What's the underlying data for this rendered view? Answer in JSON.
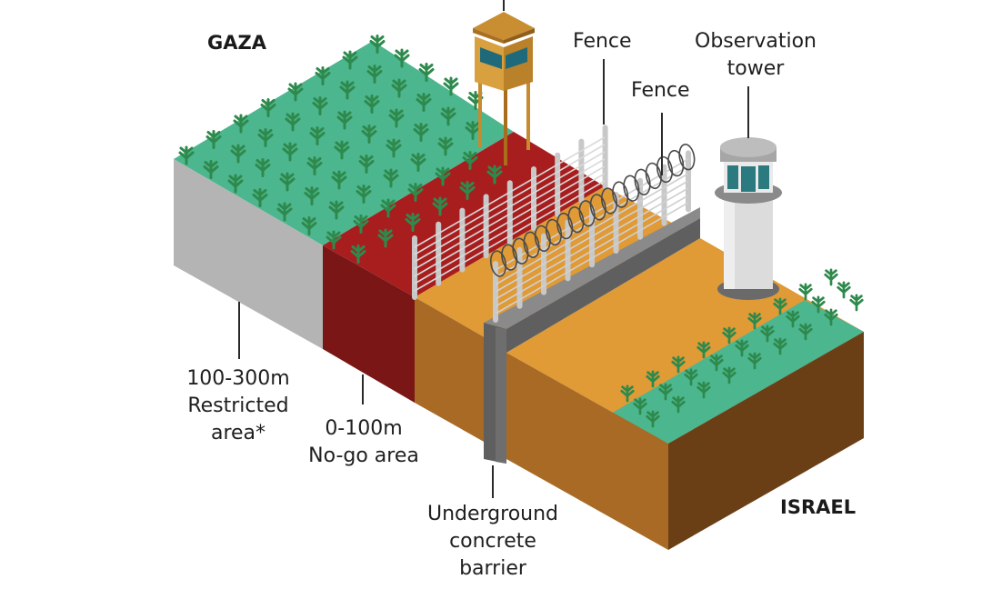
{
  "title": "Gaza-Israel border barrier cross-section",
  "regions": {
    "gaza": "GAZA",
    "israel": "ISRAEL"
  },
  "labels": {
    "restricted": [
      "100-300m",
      "Restricted",
      "area*"
    ],
    "nogo": [
      "0-100m",
      "No-go area"
    ],
    "fence1": "Fence",
    "fence2": "Fence",
    "tower": [
      "Observation",
      "tower"
    ],
    "barrier": [
      "Underground",
      "concrete",
      "barrier"
    ]
  },
  "colors": {
    "grass": "#4cb68f",
    "plant": "#2e8a4c",
    "restricted_side": "#b4b4b4",
    "nogo_top": "#a81e1e",
    "nogo_side": "#7a1616",
    "sand_top": "#e09a36",
    "sand_side": "#a86a24",
    "soil_dark": "#6b3f16",
    "concrete": "#5f5f5f",
    "concrete_top": "#8a8a8a",
    "post": "#c8c8c8",
    "wood": "#c88a2e",
    "glass": "#1f6a7a",
    "tower_body": "#dcdcdc",
    "tower_glass": "#2a7a80"
  }
}
